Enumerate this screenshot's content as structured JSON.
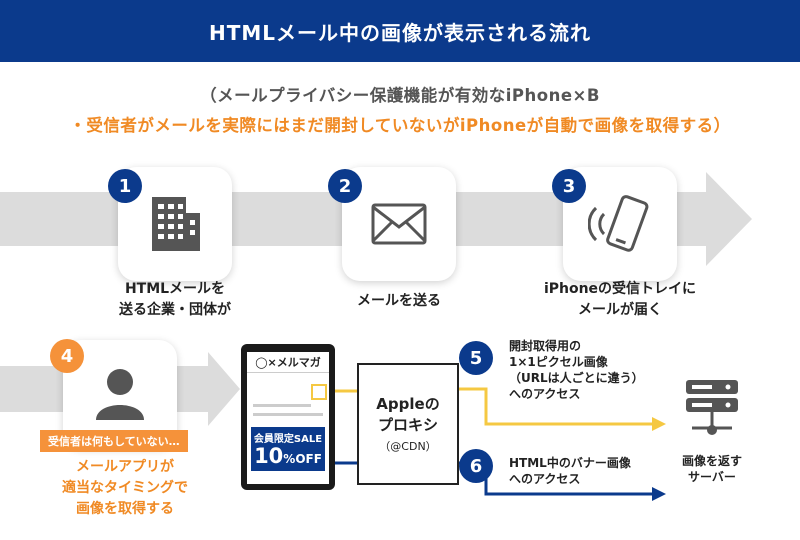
{
  "header": {
    "title": "HTMLメール中の画像が表示される流れ"
  },
  "subtitle": {
    "line1": "（メールプライバシー保護機能が有効なiPhone×B",
    "line2": "・受信者がメールを実際にはまだ開封していないがiPhoneが自動で画像を取得する）"
  },
  "steps": [
    {
      "number": "1",
      "icon": "building-icon",
      "line1": "HTMLメールを",
      "line2": "送る企業・団体が"
    },
    {
      "number": "2",
      "icon": "envelope-icon",
      "line1": "メールを送る"
    },
    {
      "number": "3",
      "icon": "smartphone-icon",
      "line1": "iPhoneの受信トレイに",
      "line2": "メールが届く"
    }
  ],
  "step4": {
    "number": "4",
    "icon": "user-icon",
    "badge": "受信者は何もしていない…",
    "line1": "メールアプリが",
    "line2": "適当なタイミングで",
    "line3": "画像を取得する"
  },
  "phone": {
    "header": "◯×メルマガ",
    "sale_label": "会員限定SALE",
    "sale_big": "10",
    "sale_small": "%OFF"
  },
  "proxy": {
    "line1": "Appleの",
    "line2": "プロキシ",
    "line3": "（@CDN）"
  },
  "step5": {
    "number": "5",
    "line1": "開封取得用の",
    "line2": "1×1ピクセル画像",
    "line3": "（URLは人ごとに違う）",
    "line4": "へのアクセス"
  },
  "step6": {
    "number": "6",
    "line1": "HTML中のバナー画像",
    "line2": "へのアクセス"
  },
  "server": {
    "icon": "server-icon",
    "line1": "画像を返す",
    "line2": "サーバー"
  },
  "colors": {
    "navy": "#0b3a8c",
    "orange": "#f5923a",
    "yellow": "#f5c842",
    "gray_arrow": "#dcdcdc"
  }
}
